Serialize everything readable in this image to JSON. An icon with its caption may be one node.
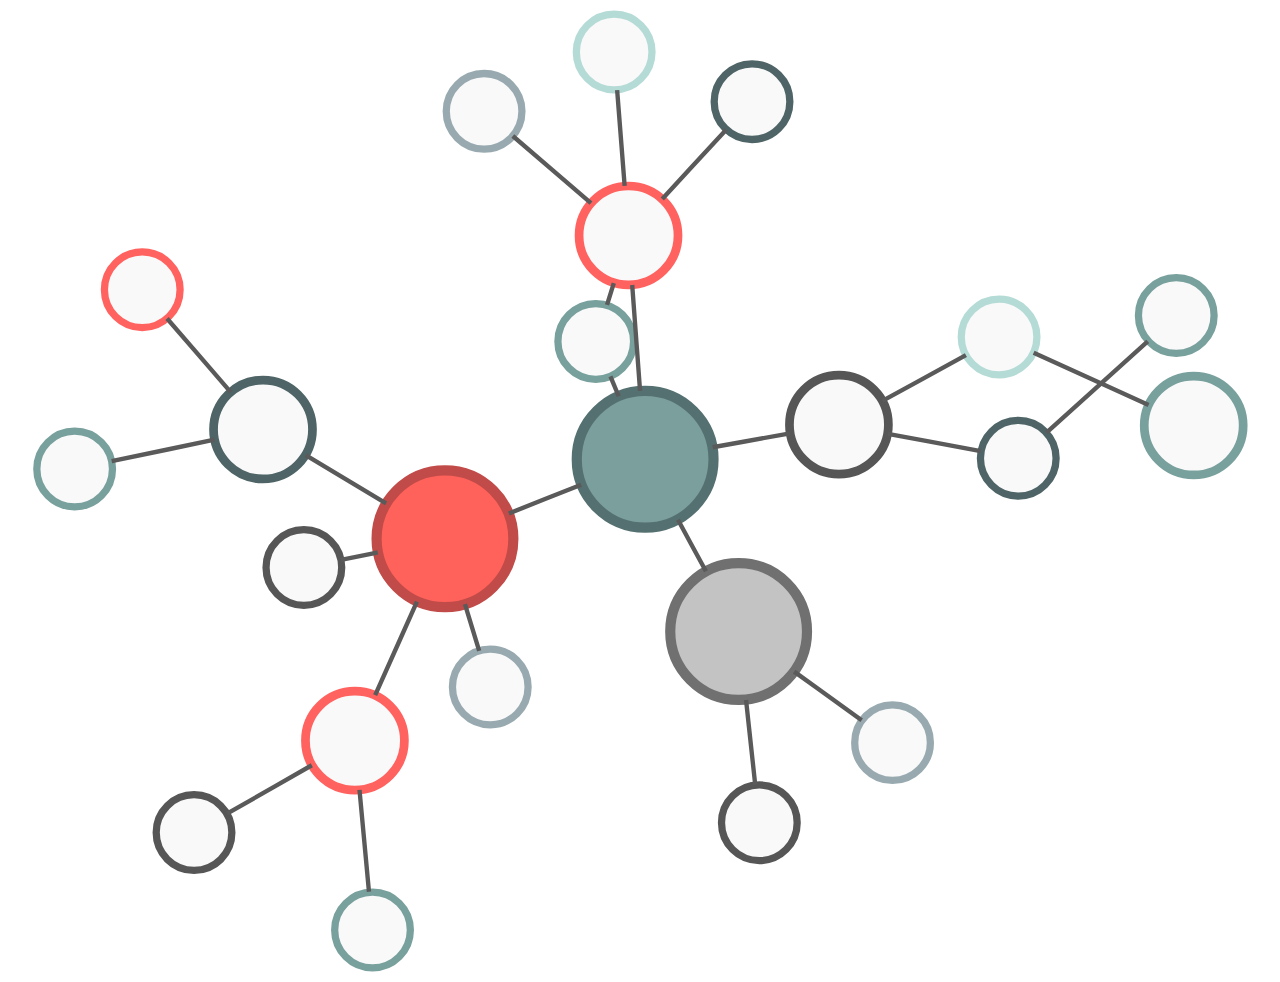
{
  "diagram": {
    "nodes": [
      {
        "text": [],
        "shape": "circle"
      },
      {
        "text": [],
        "shape": "circle"
      },
      {
        "text": [],
        "shape": "circle"
      },
      {
        "text": [],
        "shape": "circle"
      },
      {
        "text": [],
        "shape": "circle"
      },
      {
        "text": [],
        "shape": "circle"
      },
      {
        "text": [],
        "shape": "circle"
      },
      {
        "text": [],
        "shape": "circle"
      },
      {
        "text": [],
        "shape": "circle"
      },
      {
        "text": [],
        "shape": "circle"
      },
      {
        "text": [],
        "shape": "circle"
      },
      {
        "text": [],
        "shape": "circle"
      },
      {
        "text": [],
        "shape": "circle"
      },
      {
        "text": [],
        "shape": "circle"
      },
      {
        "text": [],
        "shape": "circle"
      },
      {
        "text": [],
        "shape": "circle"
      },
      {
        "text": [],
        "shape": "circle"
      },
      {
        "text": [],
        "shape": "circle"
      },
      {
        "text": [],
        "shape": "circle"
      },
      {
        "text": [],
        "shape": "circle"
      },
      {
        "text": [],
        "shape": "circle"
      },
      {
        "text": [],
        "shape": "circle"
      },
      {
        "text": [],
        "shape": "circle"
      }
    ],
    "edges": [
      {
        "from": 0,
        "to": 1,
        "arrow": "none"
      },
      {
        "from": 0,
        "to": 2,
        "arrow": "none"
      },
      {
        "from": 0,
        "to": 17,
        "arrow": "none"
      },
      {
        "from": 4,
        "to": 3,
        "arrow": "none"
      },
      {
        "from": 4,
        "to": 5,
        "arrow": "none"
      },
      {
        "from": 4,
        "to": 7,
        "arrow": "none"
      },
      {
        "from": 7,
        "to": 6,
        "arrow": "none"
      },
      {
        "from": 7,
        "to": 8,
        "arrow": "none"
      },
      {
        "from": 7,
        "to": 10,
        "arrow": "none"
      },
      {
        "from": 7,
        "to": 17,
        "arrow": "none"
      },
      {
        "from": 10,
        "to": 9,
        "arrow": "none"
      },
      {
        "from": 10,
        "to": 11,
        "arrow": "none"
      },
      {
        "from": 12,
        "to": 13,
        "arrow": "none"
      },
      {
        "from": 13,
        "to": 15,
        "arrow": "none"
      },
      {
        "from": 15,
        "to": 17,
        "arrow": "none"
      },
      {
        "from": 15,
        "to": 16,
        "arrow": "none"
      },
      {
        "from": 16,
        "to": 14,
        "arrow": "none"
      },
      {
        "from": 17,
        "to": 18,
        "arrow": "none"
      },
      {
        "from": 17,
        "to": 19,
        "arrow": "none"
      },
      {
        "from": 18,
        "to": 19,
        "arrow": "none"
      },
      {
        "from": 19,
        "to": 20,
        "arrow": "none"
      },
      {
        "from": 19,
        "to": 21,
        "arrow": "none"
      },
      {
        "from": 19,
        "to": 22,
        "arrow": "none"
      }
    ]
  }
}
